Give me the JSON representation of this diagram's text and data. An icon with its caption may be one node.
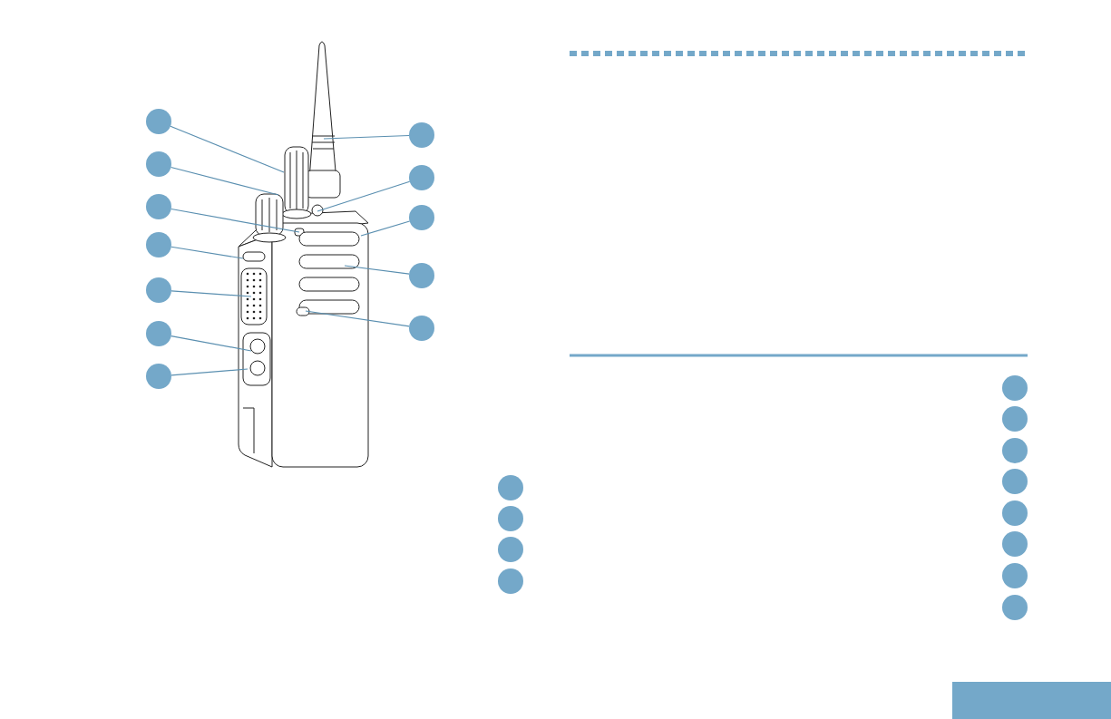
{
  "diagram": {
    "nodes": [
      {
        "text": [],
        "shape": "circle"
      },
      {
        "text": [],
        "shape": "circle"
      },
      {
        "text": [],
        "shape": "circle"
      },
      {
        "text": [],
        "shape": "circle"
      },
      {
        "text": [],
        "shape": "circle"
      },
      {
        "text": [],
        "shape": "circle"
      },
      {
        "text": [],
        "shape": "circle"
      },
      {
        "text": [],
        "shape": "circle"
      },
      {
        "text": [],
        "shape": "circle"
      },
      {
        "text": [],
        "shape": "circle"
      },
      {
        "text": [],
        "shape": "circle"
      },
      {
        "text": [],
        "shape": "circle"
      },
      {
        "text": [],
        "shape": "circle"
      },
      {
        "text": [],
        "shape": "circle"
      },
      {
        "text": [],
        "shape": "circle"
      },
      {
        "text": [],
        "shape": "circle"
      },
      {
        "text": [],
        "shape": "circle"
      },
      {
        "text": [],
        "shape": "circle"
      },
      {
        "text": [],
        "shape": "circle"
      },
      {
        "text": [],
        "shape": "circle"
      },
      {
        "text": [],
        "shape": "circle"
      },
      {
        "text": [],
        "shape": "circle"
      },
      {
        "text": [],
        "shape": "circle"
      },
      {
        "text": [],
        "shape": "circle"
      }
    ],
    "edges": [
      {
        "from": 0,
        "to": null,
        "arrow": "none"
      },
      {
        "from": 1,
        "to": null,
        "arrow": "none"
      },
      {
        "from": 2,
        "to": null,
        "arrow": "none"
      },
      {
        "from": 3,
        "to": null,
        "arrow": "none"
      },
      {
        "from": 4,
        "to": null,
        "arrow": "none"
      },
      {
        "from": 5,
        "to": null,
        "arrow": "none"
      },
      {
        "from": 6,
        "to": null,
        "arrow": "none"
      },
      {
        "from": 7,
        "to": null,
        "arrow": "none"
      },
      {
        "from": 8,
        "to": null,
        "arrow": "none"
      },
      {
        "from": 9,
        "to": null,
        "arrow": "none"
      },
      {
        "from": 10,
        "to": null,
        "arrow": "none"
      },
      {
        "from": 11,
        "to": null,
        "arrow": "none"
      }
    ]
  }
}
